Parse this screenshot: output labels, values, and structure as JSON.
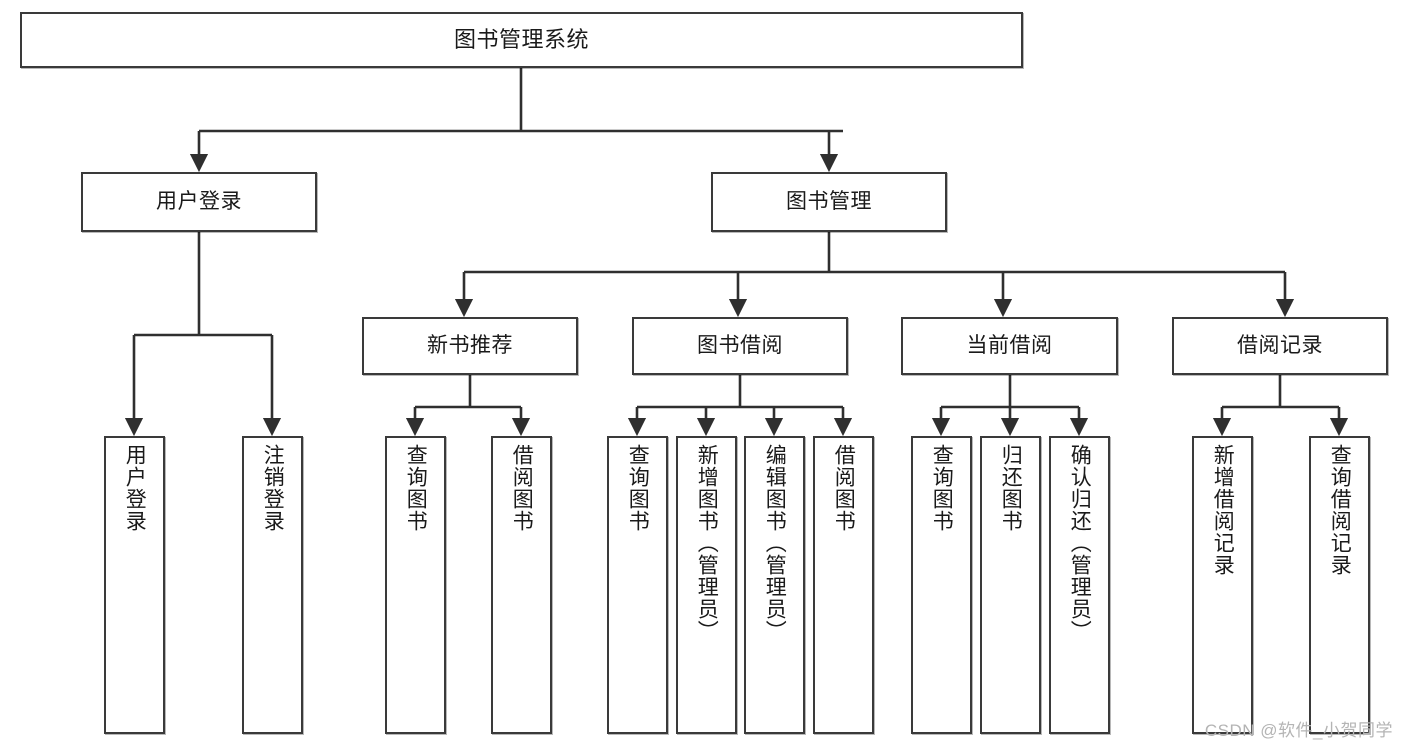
{
  "diagram": {
    "title": "图书管理系统",
    "type": "tree",
    "watermark": "CSDN @软件_小贺同学",
    "colors": {
      "border": "#3a3a3a",
      "background": "#ffffff",
      "text": "#1a1a1a",
      "edge": "#2f2f2f",
      "watermark": "#b4b4b4"
    },
    "root": {
      "label": "图书管理系统"
    },
    "level2": [
      {
        "label": "用户登录"
      },
      {
        "label": "图书管理"
      }
    ],
    "level3": [
      {
        "label": "新书推荐"
      },
      {
        "label": "图书借阅"
      },
      {
        "label": "当前借阅"
      },
      {
        "label": "借阅记录"
      }
    ],
    "leaves": [
      {
        "label": "用户登录"
      },
      {
        "label": "注销登录"
      },
      {
        "label": "查询图书"
      },
      {
        "label": "借阅图书"
      },
      {
        "label": "查询图书"
      },
      {
        "label": "新增图书（管理员）"
      },
      {
        "label": "编辑图书（管理员）"
      },
      {
        "label": "借阅图书"
      },
      {
        "label": "查询图书"
      },
      {
        "label": "归还图书"
      },
      {
        "label": "确认归还（管理员）"
      },
      {
        "label": "新增借阅记录"
      },
      {
        "label": "查询借阅记录"
      }
    ]
  }
}
